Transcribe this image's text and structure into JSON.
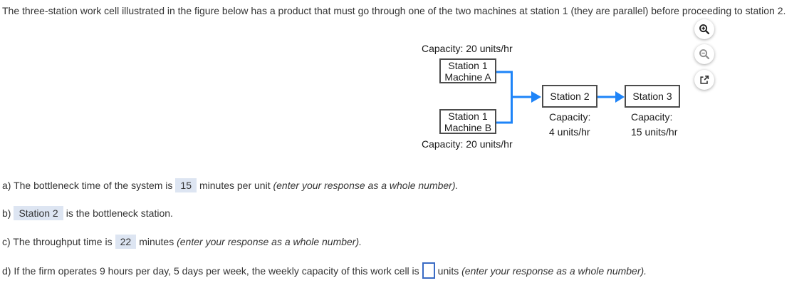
{
  "header": {
    "text": "The three-station work cell illustrated in the figure below has a product that must go through one of the two machines at station 1 (they are parallel) before proceeding to station 2."
  },
  "figure": {
    "top_capacity": "Capacity: 20 units/hr",
    "bottom_capacity": "Capacity: 20 units/hr",
    "machine_a_line1": "Station 1",
    "machine_a_line2": "Machine A",
    "machine_b_line1": "Station 1",
    "machine_b_line2": "Machine B",
    "station2_label": "Station 2",
    "station2_capacity_label": "Capacity:",
    "station2_capacity_value": "4 units/hr",
    "station3_label": "Station 3",
    "station3_capacity_label": "Capacity:",
    "station3_capacity_value": "15 units/hr"
  },
  "controls": {
    "zoom_in_icon": "magnifier-plus",
    "zoom_out_icon": "magnifier-minus",
    "open_external_icon": "open-in-new-window"
  },
  "questions": {
    "a": {
      "prefix": "a) The bottleneck time of the system is",
      "answer": "15",
      "suffix": "minutes per unit",
      "hint": "(enter your response as a whole number)."
    },
    "b": {
      "prefix": "b)",
      "answer": "Station 2",
      "suffix": "is the bottleneck station."
    },
    "c": {
      "prefix": "c) The throughput time is",
      "answer": "22",
      "suffix": "minutes",
      "hint": "(enter your response as a whole number)."
    },
    "d": {
      "prefix": "d) If the firm operates 9 hours per day, 5 days per week, the weekly capacity of this work cell is",
      "answer": "",
      "suffix": "units",
      "hint": "(enter your response as a whole number)."
    }
  },
  "colors": {
    "arrow_blue": "#1e84f8",
    "box_border": "#4c4c4c",
    "answer_highlight": "#dde5f2",
    "input_border": "#3a6bc4"
  }
}
